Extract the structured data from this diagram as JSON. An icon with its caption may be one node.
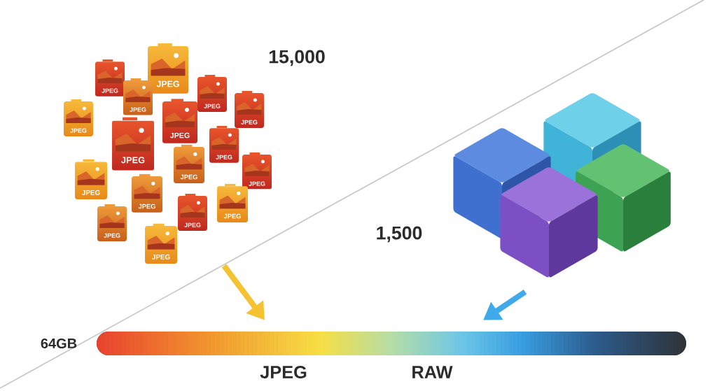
{
  "diagram": {
    "nodes": [
      {
        "text": [
          "JPEG"
        ]
      },
      {
        "text": [
          "JPEG"
        ]
      },
      {
        "text": [
          "JPEG"
        ]
      },
      {
        "text": [
          "JPEG"
        ]
      },
      {
        "text": [
          "JPEG"
        ]
      },
      {
        "text": [
          "JPEG"
        ]
      },
      {
        "text": [
          "JPEG"
        ]
      },
      {
        "text": [
          "JPEG"
        ]
      },
      {
        "text": [
          "JPEG"
        ]
      },
      {
        "text": [
          "JPEG"
        ]
      },
      {
        "text": [
          "JPEG"
        ]
      },
      {
        "text": [
          "JPEG"
        ]
      },
      {
        "text": [
          "JPEG"
        ]
      },
      {
        "text": [
          "JPEG"
        ]
      },
      {
        "text": [
          "JPEG"
        ]
      },
      {
        "text": [
          "JPEG"
        ]
      },
      {
        "text": [
          "JPEG"
        ]
      },
      {
        "text": [],
        "shape": "picture"
      },
      {
        "text": [],
        "shape": "bar"
      }
    ],
    "edges": [
      {
        "from": null,
        "to": 18,
        "arrow": "to",
        "color": "#f5c232"
      },
      {
        "from": 17,
        "to": 18,
        "arrow": "to",
        "color": "#3fa9ea"
      }
    ],
    "labels": [
      "15,000",
      "1,500",
      "64GB",
      "JPEG",
      "RAW"
    ]
  }
}
